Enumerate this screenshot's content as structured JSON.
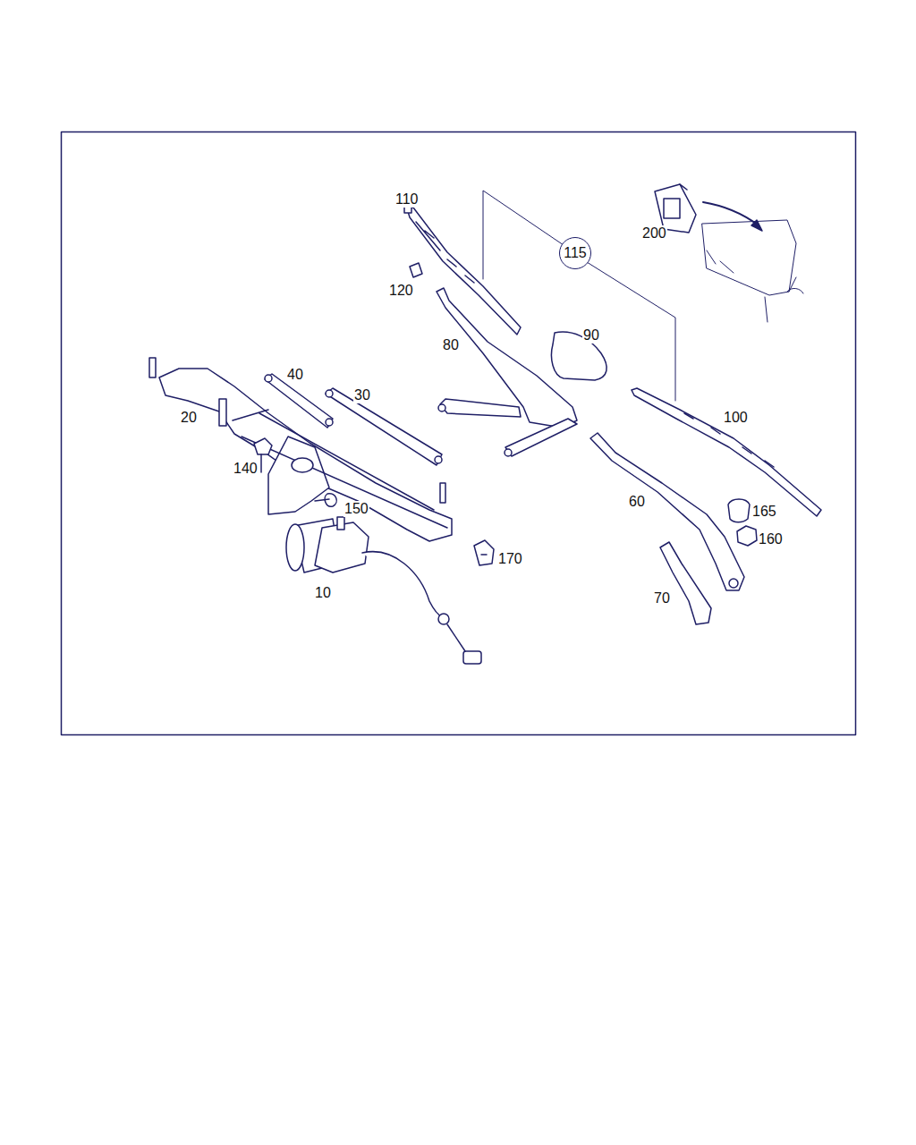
{
  "diagram": {
    "nodes": [
      {
        "text": [
          "115"
        ]
      }
    ],
    "labels": [
      "110",
      "200",
      "120",
      "90",
      "80",
      "40",
      "30",
      "20",
      "100",
      "140",
      "150",
      "60",
      "165",
      "160",
      "170",
      "10",
      "70"
    ]
  }
}
